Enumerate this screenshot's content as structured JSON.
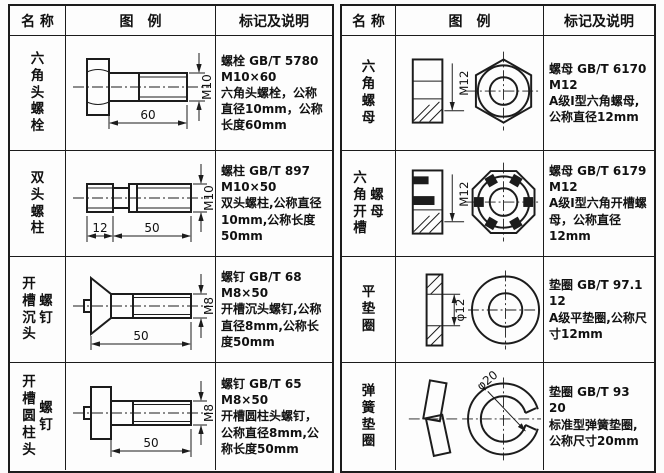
{
  "table": {
    "headers": {
      "name": "名 称",
      "legend": "图　例",
      "marking": "标记及说明"
    },
    "left_rows": [
      {
        "name_main": "六角头螺栓",
        "name_sub": "",
        "marking": {
          "code": "螺栓 GB/T 5780",
          "size": "M10×60",
          "desc": "六角头螺栓，公称直径10mm，公称长度60mm"
        },
        "dims": {
          "length": "60",
          "thread": "M10"
        }
      },
      {
        "name_main": "双头螺柱",
        "name_sub": "",
        "marking": {
          "code": "螺柱 GB/T 897",
          "size": "M10×50",
          "desc": "双头螺柱,公称直径10mm,公称长度50mm"
        },
        "dims": {
          "seg": "12",
          "length": "50",
          "thread": "M10"
        }
      },
      {
        "name_main": "开槽沉头",
        "name_sub": "螺钉",
        "marking": {
          "code": "螺钉 GB/T 68",
          "size": "M8×50",
          "desc": "开槽沉头螺钉,公称直径8mm,公称长度50mm"
        },
        "dims": {
          "length": "50",
          "thread": "M8"
        }
      },
      {
        "name_main": "开槽圆柱头",
        "name_sub": "螺钉",
        "marking": {
          "code": "螺钉 GB/T 65",
          "size": "M8×50",
          "desc": "开槽圆柱头螺钉，公称直径8mm,公称长度50mm"
        },
        "dims": {
          "length": "50",
          "thread": "M8"
        }
      }
    ],
    "right_rows": [
      {
        "name_main": "六角螺母",
        "name_sub": "",
        "marking": {
          "code": "螺母 GB/T 6170",
          "size": "M12",
          "desc": "A级I型六角螺母,公称直径12mm"
        },
        "dims": {
          "thread": "M12"
        }
      },
      {
        "name_main": "六角开槽",
        "name_sub": "螺母",
        "marking": {
          "code": "螺母 GB/T 6179",
          "size": "M12",
          "desc": "A级I型六角开槽螺母，公称直径12mm"
        },
        "dims": {
          "thread": "M12"
        }
      },
      {
        "name_main": "平垫圈",
        "name_sub": "",
        "marking": {
          "code": "垫圈 GB/T 97.1 12",
          "size": "",
          "desc": "A级平垫圈,公称尺寸12mm"
        },
        "dims": {
          "dia": "φ12"
        }
      },
      {
        "name_main": "弹簧垫圈",
        "name_sub": "",
        "marking": {
          "code": "垫圈 GB/T 93 20",
          "size": "",
          "desc": "标准型弹簧垫圈,公称尺寸20mm"
        },
        "dims": {
          "dia": "φ20"
        }
      }
    ],
    "colors": {
      "line": "#1c1c1c",
      "background": "#fcfcfc",
      "text": "#111111"
    }
  }
}
